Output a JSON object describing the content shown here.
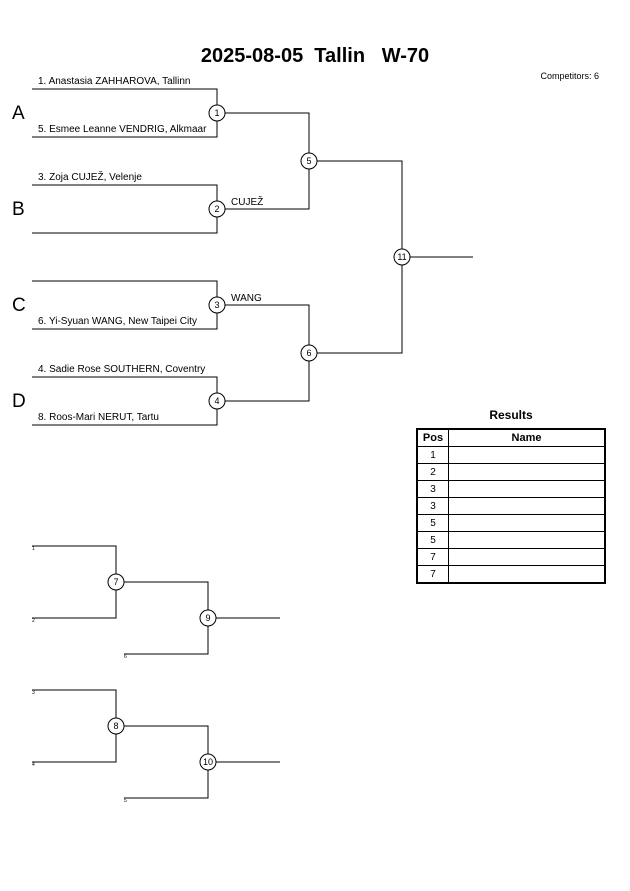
{
  "header": {
    "title": "2025-08-05  Tallin   W-70",
    "competitors": "Competitors: 6"
  },
  "pools": [
    "A",
    "B",
    "C",
    "D"
  ],
  "main_bracket": {
    "entries": [
      "1. Anastasia ZAHHAROVA, Tallinn",
      "5. Esmee Leanne VENDRIG, Alkmaar",
      "3. Zoja CUJEŽ, Velenje",
      "",
      "",
      "6. Yi-Syuan WANG, New Taipei City",
      "4. Sadie Rose SOUTHERN, Coventry",
      "8. Roos-Mari NERUT, Tartu"
    ],
    "round1_matches": [
      "1",
      "2",
      "3",
      "4"
    ],
    "semifinal_matches": [
      "5",
      "6"
    ],
    "final_match": "11",
    "advancers": {
      "match2": "CUJEŽ",
      "match3": "WANG"
    }
  },
  "repechage": [
    {
      "match_a": "7",
      "match_b": "9",
      "labels": [
        "1",
        "2",
        "6"
      ]
    },
    {
      "match_a": "8",
      "match_b": "10",
      "labels": [
        "3",
        "4",
        "5"
      ]
    }
  ],
  "results": {
    "title": "Results",
    "headers": {
      "pos": "Pos",
      "name": "Name"
    },
    "positions": [
      "1",
      "2",
      "3",
      "3",
      "5",
      "5",
      "7",
      "7"
    ]
  }
}
